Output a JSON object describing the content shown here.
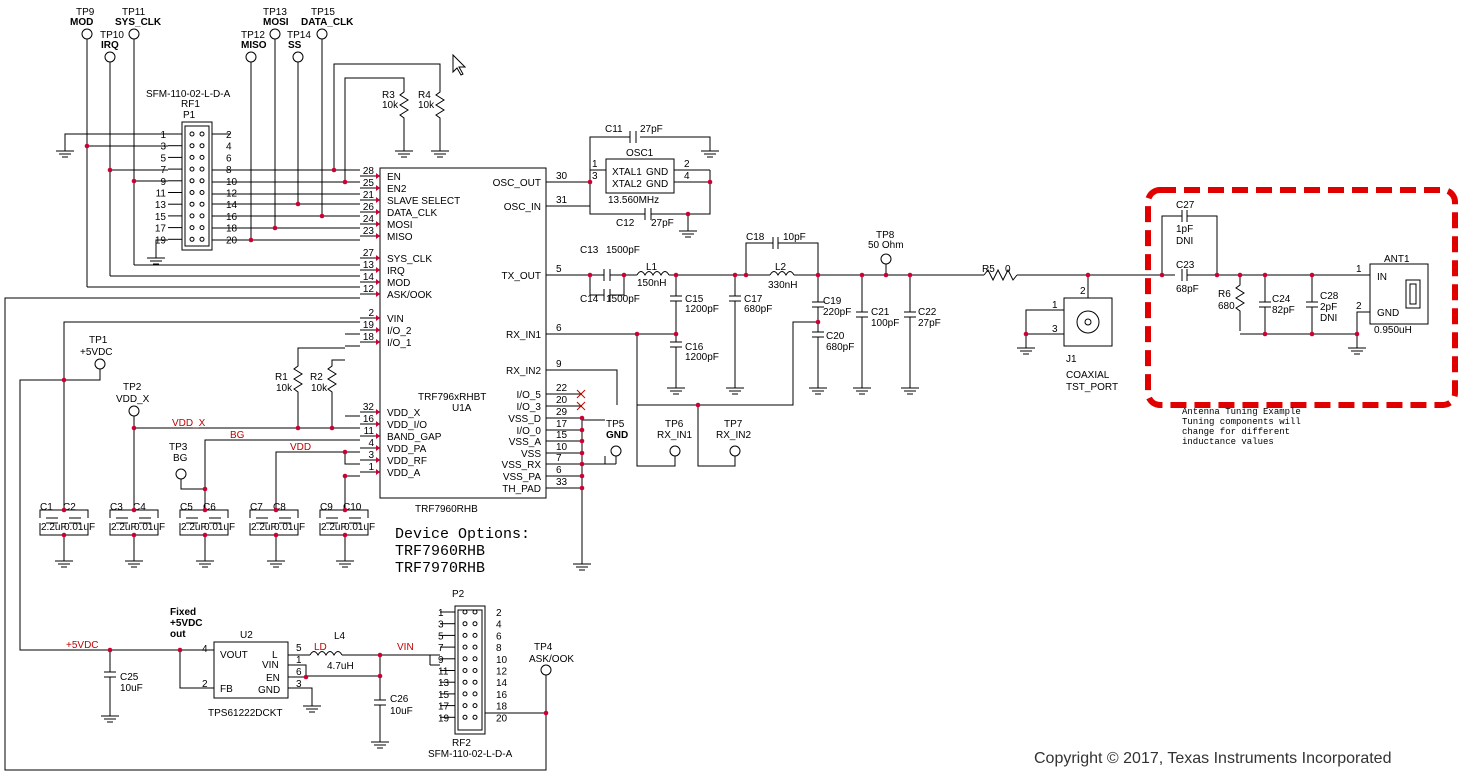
{
  "testpoints": {
    "tp9": {
      "ref": "TP9",
      "net": "MOD"
    },
    "tp11": {
      "ref": "TP11",
      "net": "SYS_CLK"
    },
    "tp10": {
      "ref": "TP10",
      "net": "IRQ"
    },
    "tp13": {
      "ref": "TP13",
      "net": "MOSI"
    },
    "tp15": {
      "ref": "TP15",
      "net": "DATA_CLK"
    },
    "tp12": {
      "ref": "TP12",
      "net": "MISO"
    },
    "tp14": {
      "ref": "TP14",
      "net": "SS"
    },
    "tp1": {
      "ref": "TP1",
      "net": "+5VDC"
    },
    "tp2": {
      "ref": "TP2",
      "net": "VDD_X"
    },
    "tp3": {
      "ref": "TP3",
      "net": "BG"
    },
    "tp5": {
      "ref": "TP5",
      "net": "GND"
    },
    "tp6": {
      "ref": "TP6",
      "net": "RX_IN1"
    },
    "tp7": {
      "ref": "TP7",
      "net": "RX_IN2"
    },
    "tp8": {
      "ref": "TP8",
      "net": "50 Ohm"
    },
    "tp4": {
      "ref": "TP4",
      "net": "ASK/OOK"
    }
  },
  "p1": {
    "part": "SFM-110-02-L-D-A",
    "ref": "RF1",
    "name": "P1",
    "left_pins": [
      "1",
      "3",
      "5",
      "7",
      "9",
      "11",
      "13",
      "15",
      "17",
      "19"
    ],
    "right_pins": [
      "2",
      "4",
      "6",
      "8",
      "10",
      "12",
      "14",
      "16",
      "18",
      "20"
    ]
  },
  "resistors_top": {
    "r3": {
      "ref": "R3",
      "val": "10k"
    },
    "r4": {
      "ref": "R4",
      "val": "10k"
    }
  },
  "u1": {
    "ref": "U1A",
    "part": "TRF796xRHBT",
    "footer": "TRF7960RHB",
    "left_pins": [
      {
        "num": "28",
        "name": "EN"
      },
      {
        "num": "25",
        "name": "EN2"
      },
      {
        "num": "21",
        "name": "SLAVE SELECT"
      },
      {
        "num": "26",
        "name": "DATA_CLK"
      },
      {
        "num": "24",
        "name": "MOSI"
      },
      {
        "num": "23",
        "name": "MISO"
      },
      {
        "num": "27",
        "name": "SYS_CLK"
      },
      {
        "num": "13",
        "name": "IRQ"
      },
      {
        "num": "14",
        "name": "MOD"
      },
      {
        "num": "12",
        "name": "ASK/OOK"
      },
      {
        "num": "2",
        "name": "VIN"
      },
      {
        "num": "19",
        "name": "I/O_2"
      },
      {
        "num": "18",
        "name": "I/O_1"
      },
      {
        "num": "32",
        "name": "VDD_X"
      },
      {
        "num": "16",
        "name": "VDD_I/O"
      },
      {
        "num": "11",
        "name": "BAND_GAP"
      },
      {
        "num": "4",
        "name": "VDD_PA"
      },
      {
        "num": "3",
        "name": "VDD_RF"
      },
      {
        "num": "1",
        "name": "VDD_A"
      }
    ],
    "right_pins": [
      {
        "num": "30",
        "name": "OSC_OUT"
      },
      {
        "num": "31",
        "name": "OSC_IN"
      },
      {
        "num": "5",
        "name": "TX_OUT"
      },
      {
        "num": "6",
        "name": "RX_IN1"
      },
      {
        "num": "9",
        "name": "RX_IN2"
      },
      {
        "num": "22",
        "name": "I/O_5"
      },
      {
        "num": "20",
        "name": "I/O_3"
      },
      {
        "num": "29",
        "name": "VSS_D"
      },
      {
        "num": "17",
        "name": "I/O_0"
      },
      {
        "num": "15",
        "name": "VSS_A"
      },
      {
        "num": "10",
        "name": "VSS"
      },
      {
        "num": "7",
        "name": "VSS_RX"
      },
      {
        "num": "6",
        "name": "VSS_PA"
      },
      {
        "num": "33",
        "name": "TH_PAD"
      }
    ]
  },
  "osc": {
    "ref": "OSC1",
    "freq": "13.560MHz",
    "p1": "XTAL1",
    "p2": "XTAL2",
    "g1": "GND",
    "g2": "GND",
    "n1": "1",
    "n3": "3",
    "n2": "2",
    "n4": "4"
  },
  "caps_osc": {
    "c11": {
      "ref": "C11",
      "val": "27pF"
    },
    "c12": {
      "ref": "C12",
      "val": "27pF"
    }
  },
  "rf_parts": {
    "c13": {
      "ref": "C13",
      "val": "1500pF"
    },
    "c14": {
      "ref": "C14",
      "val": "1500pF"
    },
    "l1": {
      "ref": "L1",
      "val": "150nH"
    },
    "c15": {
      "ref": "C15",
      "val": "1200pF"
    },
    "c16": {
      "ref": "C16",
      "val": "1200pF"
    },
    "c17": {
      "ref": "C17",
      "val": "680pF"
    },
    "c18": {
      "ref": "C18",
      "val": "10pF"
    },
    "l2": {
      "ref": "L2",
      "val": "330nH"
    },
    "c19": {
      "ref": "C19",
      "val": "220pF"
    },
    "c20": {
      "ref": "C20",
      "val": "680pF"
    },
    "c21": {
      "ref": "C21",
      "val": "100pF"
    },
    "c22": {
      "ref": "C22",
      "val": "27pF"
    },
    "r5": {
      "ref": "R5",
      "val": "0"
    }
  },
  "j1": {
    "ref": "J1",
    "type": "COAXIAL",
    "name": "TST_PORT",
    "p1": "1",
    "p2": "2",
    "p3": "3"
  },
  "antenna": {
    "c27": {
      "ref": "C27",
      "val": "1pF",
      "note": "DNI"
    },
    "c23": {
      "ref": "C23",
      "val": "68pF"
    },
    "r6": {
      "ref": "R6",
      "val": "680"
    },
    "c24": {
      "ref": "C24",
      "val": "82pF"
    },
    "c28": {
      "ref": "C28",
      "val": "2pF",
      "note": "DNI"
    },
    "ant": {
      "ref": "ANT1",
      "in": "IN",
      "gnd": "GND",
      "val": "0.950uH",
      "p1": "1",
      "p2": "2"
    },
    "note": [
      "Antenna Tuning Example",
      "Tuning components will",
      "change for different",
      "inductance values"
    ]
  },
  "vdd": {
    "r1": {
      "ref": "R1",
      "val": "10k"
    },
    "r2": {
      "ref": "R2",
      "val": "10k"
    },
    "vddx": "VDD_X",
    "bg": "BG",
    "vddnet": "VDD",
    "caps": [
      {
        "ref": "C1",
        "val": "2.2uF"
      },
      {
        "ref": "C2",
        "val": "0.01uF"
      },
      {
        "ref": "C3",
        "val": "2.2uF"
      },
      {
        "ref": "C4",
        "val": "0.01uF"
      },
      {
        "ref": "C5",
        "val": "2.2uF"
      },
      {
        "ref": "C6",
        "val": "0.01uF"
      },
      {
        "ref": "C7",
        "val": "2.2uF"
      },
      {
        "ref": "C8",
        "val": "0.01uF"
      },
      {
        "ref": "C9",
        "val": "2.2uF"
      },
      {
        "ref": "C10",
        "val": "0.01uF"
      }
    ]
  },
  "options": {
    "title": "Device Options:",
    "o1": "TRF7960RHB",
    "o2": "TRF7970RHB"
  },
  "psu": {
    "fixed": "Fixed",
    "fixed2": "+5VDC",
    "fixed3": "out",
    "net5v": "+5VDC",
    "c25": {
      "ref": "C25",
      "val": "10uF"
    },
    "u2": {
      "ref": "U2",
      "part": "TPS61222DCKT",
      "vout": "VOUT",
      "fb": "FB",
      "l": "L",
      "vin": "VIN",
      "en": "EN",
      "gnd": "GND",
      "p4": "4",
      "p2": "2",
      "p5": "5",
      "p1": "1",
      "p6": "6",
      "p3": "3"
    },
    "ld": "LD",
    "l4": {
      "ref": "L4",
      "val": "4.7uH"
    },
    "vin": "VIN",
    "c26": {
      "ref": "C26",
      "val": "10uF"
    }
  },
  "p2": {
    "name": "P2",
    "ref": "RF2",
    "part": "SFM-110-02-L-D-A",
    "left_pins": [
      "1",
      "3",
      "5",
      "7",
      "9",
      "11",
      "13",
      "15",
      "17",
      "19"
    ],
    "right_pins": [
      "2",
      "4",
      "6",
      "8",
      "10",
      "12",
      "14",
      "16",
      "18",
      "20"
    ]
  },
  "copyright": "Copyright © 2017, Texas Instruments Incorporated"
}
